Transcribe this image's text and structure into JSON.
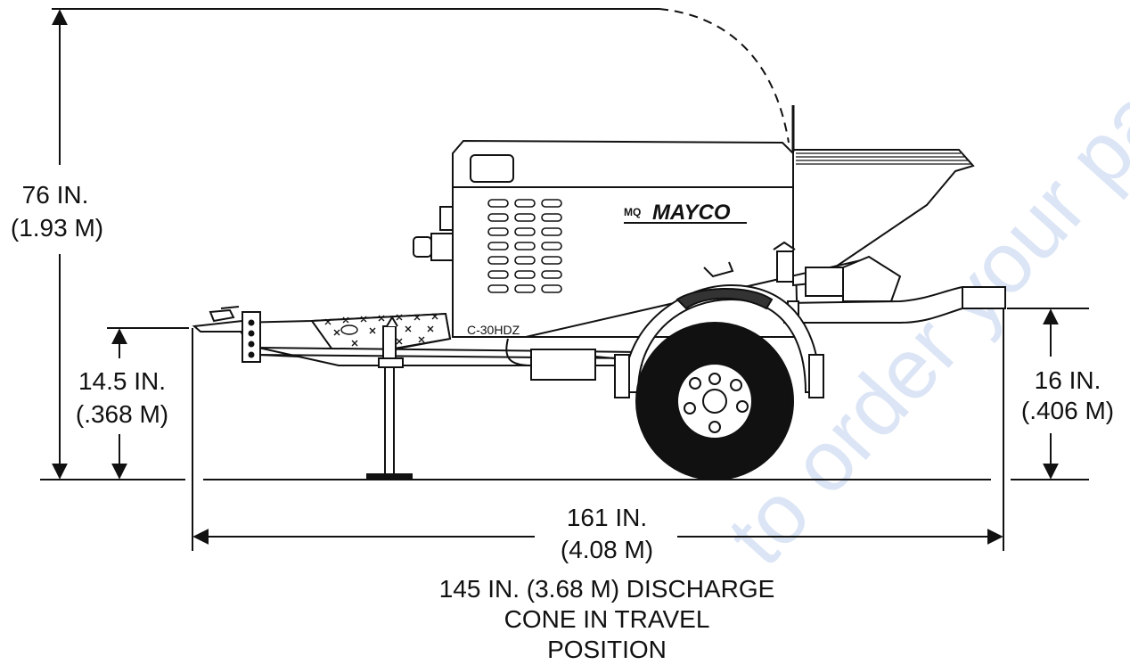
{
  "dimensions": {
    "height": {
      "value": "76 IN.",
      "metric": "(1.93 M)"
    },
    "hitch_height": {
      "value": "14.5 IN.",
      "metric": "(.368 M)"
    },
    "discharge_height": {
      "value": "16 IN.",
      "metric": "(.406 M)"
    },
    "length": {
      "value": "161 IN.",
      "metric": "(4.08 M)"
    }
  },
  "caption": {
    "line1": "145 IN. (3.68 M) DISCHARGE",
    "line2": "CONE IN TRAVEL",
    "line3": "POSITION"
  },
  "machine": {
    "brand": "MAYCO",
    "badge": "MQ",
    "model": "C-30HDZ"
  },
  "watermark": "to order your parts",
  "colors": {
    "line": "#111111",
    "background": "#ffffff",
    "watermark": "#9bb7e3"
  }
}
